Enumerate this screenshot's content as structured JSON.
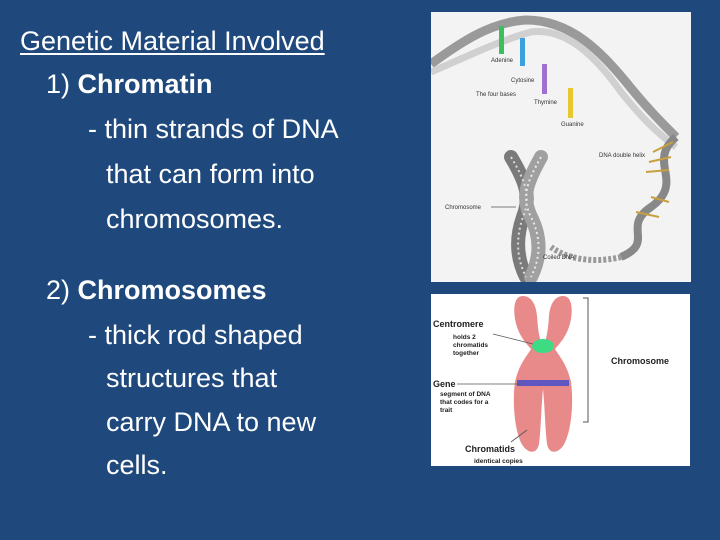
{
  "slide": {
    "title": "Genetic Material Involved",
    "item1": {
      "number": "1)",
      "term": "Chromatin",
      "lines": [
        "- thin strands of DNA",
        "that can form into",
        "chromosomes."
      ]
    },
    "item2": {
      "number": "2)",
      "term": "Chromosomes",
      "lines": [
        "- thick rod shaped",
        "structures that",
        "carry DNA to new",
        "cells."
      ]
    }
  },
  "figure_top": {
    "labels": {
      "adenine": "Adenine",
      "cytosine": "Cytosine",
      "four_bases": "The four bases",
      "thymine": "Thymine",
      "guanine": "Guanine",
      "double_helix": "DNA double helix",
      "chromosome": "Chromosome",
      "coiled": "Coiled DNA"
    },
    "colors": {
      "adenine": "#3cbf5a",
      "cytosine": "#3aa0e0",
      "thymine": "#a070d0",
      "guanine": "#e8c830"
    }
  },
  "figure_bottom": {
    "labels": {
      "centromere": "Centromere",
      "centromere_desc1": "holds 2",
      "centromere_desc2": "chromatids",
      "centromere_desc3": "together",
      "gene": "Gene",
      "gene_desc1": "segment of DNA",
      "gene_desc2": "that codes for a",
      "gene_desc3": "trait",
      "chromatids": "Chromatids",
      "chromatids_desc": "identical copies",
      "chromosome": "Chromosome"
    },
    "colors": {
      "chromosome": "#e88a8a",
      "centromere": "#3ddc84",
      "gene_band": "#5050c8"
    }
  }
}
